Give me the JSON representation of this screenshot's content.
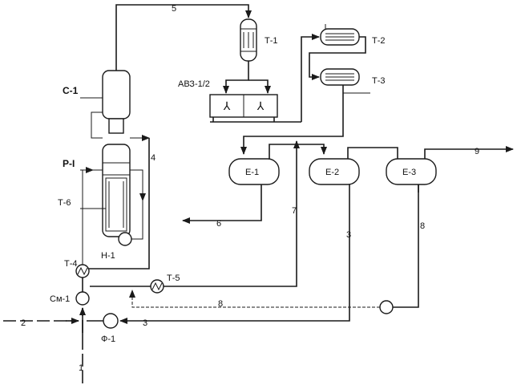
{
  "equipment": {
    "column": "С-1",
    "reactor": "Р-I",
    "heater_t6": "Т-6",
    "pump_h1": "Н-1",
    "hx_t4": "Т-4",
    "hx_t5": "Т-5",
    "mixer": "См-1",
    "filter": "Ф-1",
    "cooler_t1": "Т-1",
    "air_cooler": "АВЗ-1/2",
    "cooler_t2": "Т-2",
    "cooler_t3": "Т-3",
    "vessel_e1": "Е-1",
    "vessel_e2": "Е-2",
    "vessel_e3": "Е-3"
  },
  "streams": {
    "s1": "1",
    "s2": "2",
    "s3_main": "3",
    "s3_e2": "3",
    "s4": "4",
    "s5": "5",
    "s6": "6",
    "s7": "7",
    "s8_return": "8",
    "s8_e3": "8",
    "s9": "9"
  }
}
